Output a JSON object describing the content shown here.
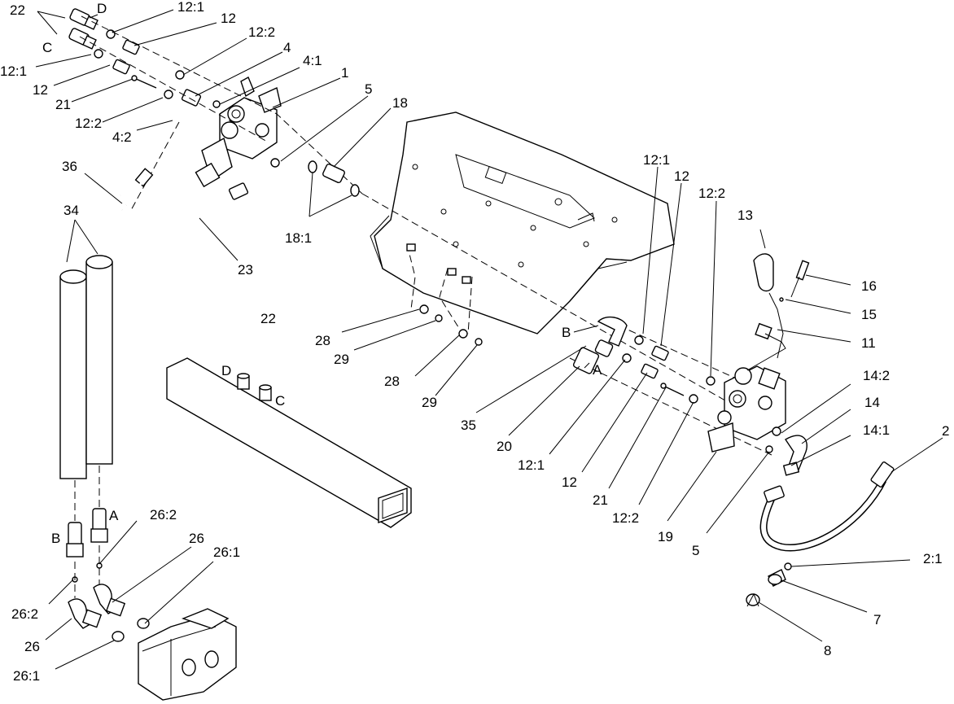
{
  "callouts": {
    "c22_top": "22",
    "cD_top": "D",
    "cC_top": "C",
    "c12_1_a": "12:1",
    "c12_a": "12",
    "c12_1_b": "12:1",
    "c12_2_a": "12:2",
    "c12_b": "12",
    "c4": "4",
    "c4_1": "4:1",
    "c21_a": "21",
    "c1": "1",
    "c12_2_b": "12:2",
    "c4_2": "4:2",
    "c5_a": "5",
    "c18": "18",
    "c36": "36",
    "c18_1": "18:1",
    "c34": "34",
    "c23": "23",
    "c12_1_c": "12:1",
    "c12_c": "12",
    "c12_2_c": "12:2",
    "c13": "13",
    "c16": "16",
    "c15": "15",
    "c11": "11",
    "c22_mid": "22",
    "cD_mid": "D",
    "cC_mid": "C",
    "c28_a": "28",
    "c29_a": "29",
    "c28_b": "28",
    "c29_b": "29",
    "cB_mid": "B",
    "cA_mid": "A",
    "c35": "35",
    "c20": "20",
    "c12_1_d": "12:1",
    "c12_d": "12",
    "c21_b": "21",
    "c12_2_d": "12:2",
    "c19": "19",
    "c5_b": "5",
    "c14_2": "14:2",
    "c14": "14",
    "c14_1": "14:1",
    "c2": "2",
    "c2_1": "2:1",
    "c7": "7",
    "c8": "8",
    "cA_low": "A",
    "cB_low": "B",
    "c26_2_a": "26:2",
    "c26_a": "26",
    "c26_1_a": "26:1",
    "c26_2_b": "26:2",
    "c26_b": "26",
    "c26_1_b": "26:1"
  }
}
